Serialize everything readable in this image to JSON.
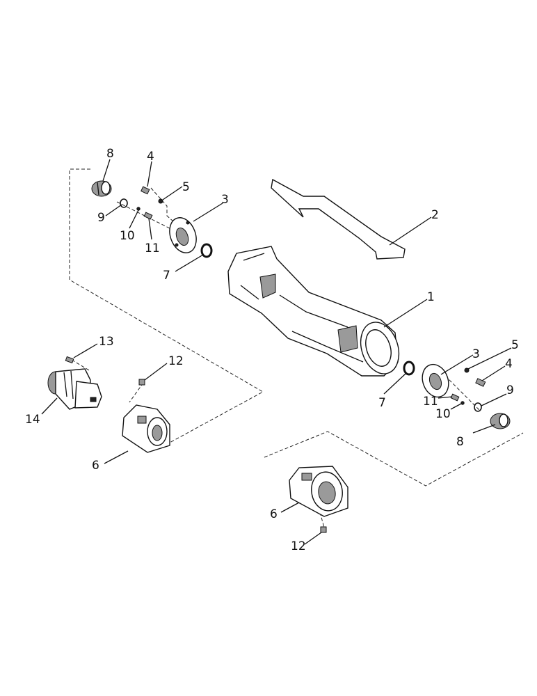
{
  "diagram": {
    "callouts": {
      "c1": "1",
      "c2": "2",
      "c3a": "3",
      "c3b": "3",
      "c4a": "4",
      "c4b": "4",
      "c5a": "5",
      "c5b": "5",
      "c6a": "6",
      "c6b": "6",
      "c7a": "7",
      "c7b": "7",
      "c8a": "8",
      "c8b": "8",
      "c9a": "9",
      "c9b": "9",
      "c10a": "10",
      "c10b": "10",
      "c11a": "11",
      "c11b": "11",
      "c12a": "12",
      "c12b": "12",
      "c13": "13",
      "c14": "14"
    }
  }
}
